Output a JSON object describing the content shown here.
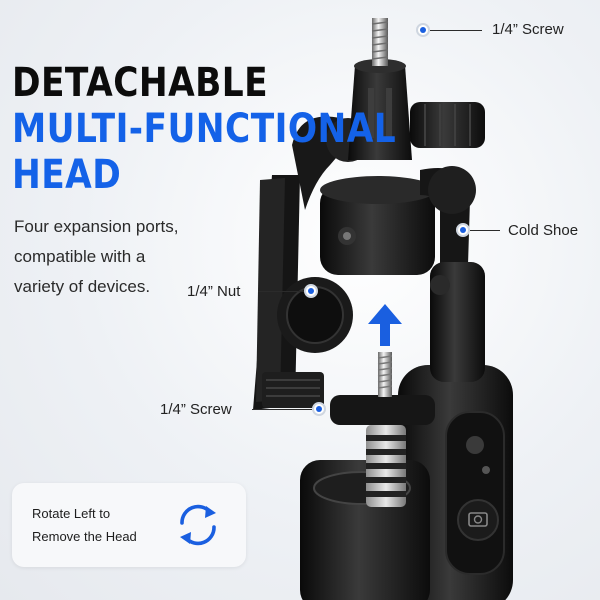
{
  "headline": {
    "line1": "DETACHABLE",
    "line2": "MULTI-FUNCTIONAL",
    "line3": "HEAD"
  },
  "description": {
    "line1": "Four expansion ports,",
    "line2": "compatible with a",
    "line3": "variety of devices."
  },
  "labels": {
    "top_screw": "1/4” Screw",
    "cold_shoe": "Cold Shoe",
    "nut": "1/4” Nut",
    "bottom_screw": "1/4” Screw"
  },
  "callout": {
    "line1": "Rotate Left to",
    "line2": "Remove the Head",
    "icon": "rotate-arrows-icon"
  },
  "colors": {
    "accent": "#1462e8",
    "headline": "#0c0c0c",
    "product": "#141414"
  }
}
